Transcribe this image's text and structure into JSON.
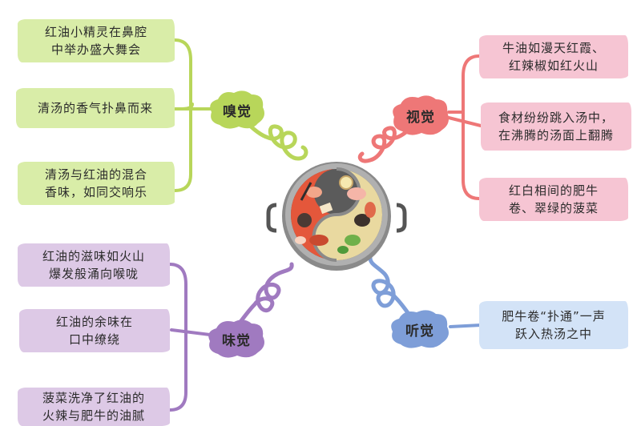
{
  "colors": {
    "green": "#b8d65a",
    "pink": "#ee7777",
    "purple": "#a07ac0",
    "blue": "#7e9ed8"
  },
  "center": {
    "icon": "hotpot-icon"
  },
  "branches": {
    "smell": {
      "label": "嗅觉",
      "color": "#b8d65a",
      "items": [
        {
          "line1": "红油小精灵在鼻腔",
          "line2": "中举办盛大舞会"
        },
        {
          "line1": "清汤的香气扑鼻而来",
          "line2": ""
        },
        {
          "line1": "清汤与红油的混合",
          "line2": "香味，如同交响乐"
        }
      ]
    },
    "sight": {
      "label": "视觉",
      "color": "#ee7777",
      "items": [
        {
          "line1": "牛油如漫天红霞、",
          "line2": "红辣椒如红火山"
        },
        {
          "line1": "食材纷纷跳入汤中，",
          "line2": "在沸腾的汤面上翻腾"
        },
        {
          "line1": "红白相间的肥牛",
          "line2": "卷、翠绿的菠菜"
        }
      ]
    },
    "taste": {
      "label": "味觉",
      "color": "#a07ac0",
      "items": [
        {
          "line1": "红油的滋味如火山",
          "line2": "爆发般涌向喉咙"
        },
        {
          "line1": "红油的余味在",
          "line2": "口中缭绕"
        },
        {
          "line1": "菠菜洗净了红油的",
          "line2": "火辣与肥牛的油腻"
        }
      ]
    },
    "hearing": {
      "label": "听觉",
      "color": "#7e9ed8",
      "items": [
        {
          "line1": "肥牛卷“扑通”一声",
          "line2": "跃入热汤之中"
        }
      ]
    }
  }
}
